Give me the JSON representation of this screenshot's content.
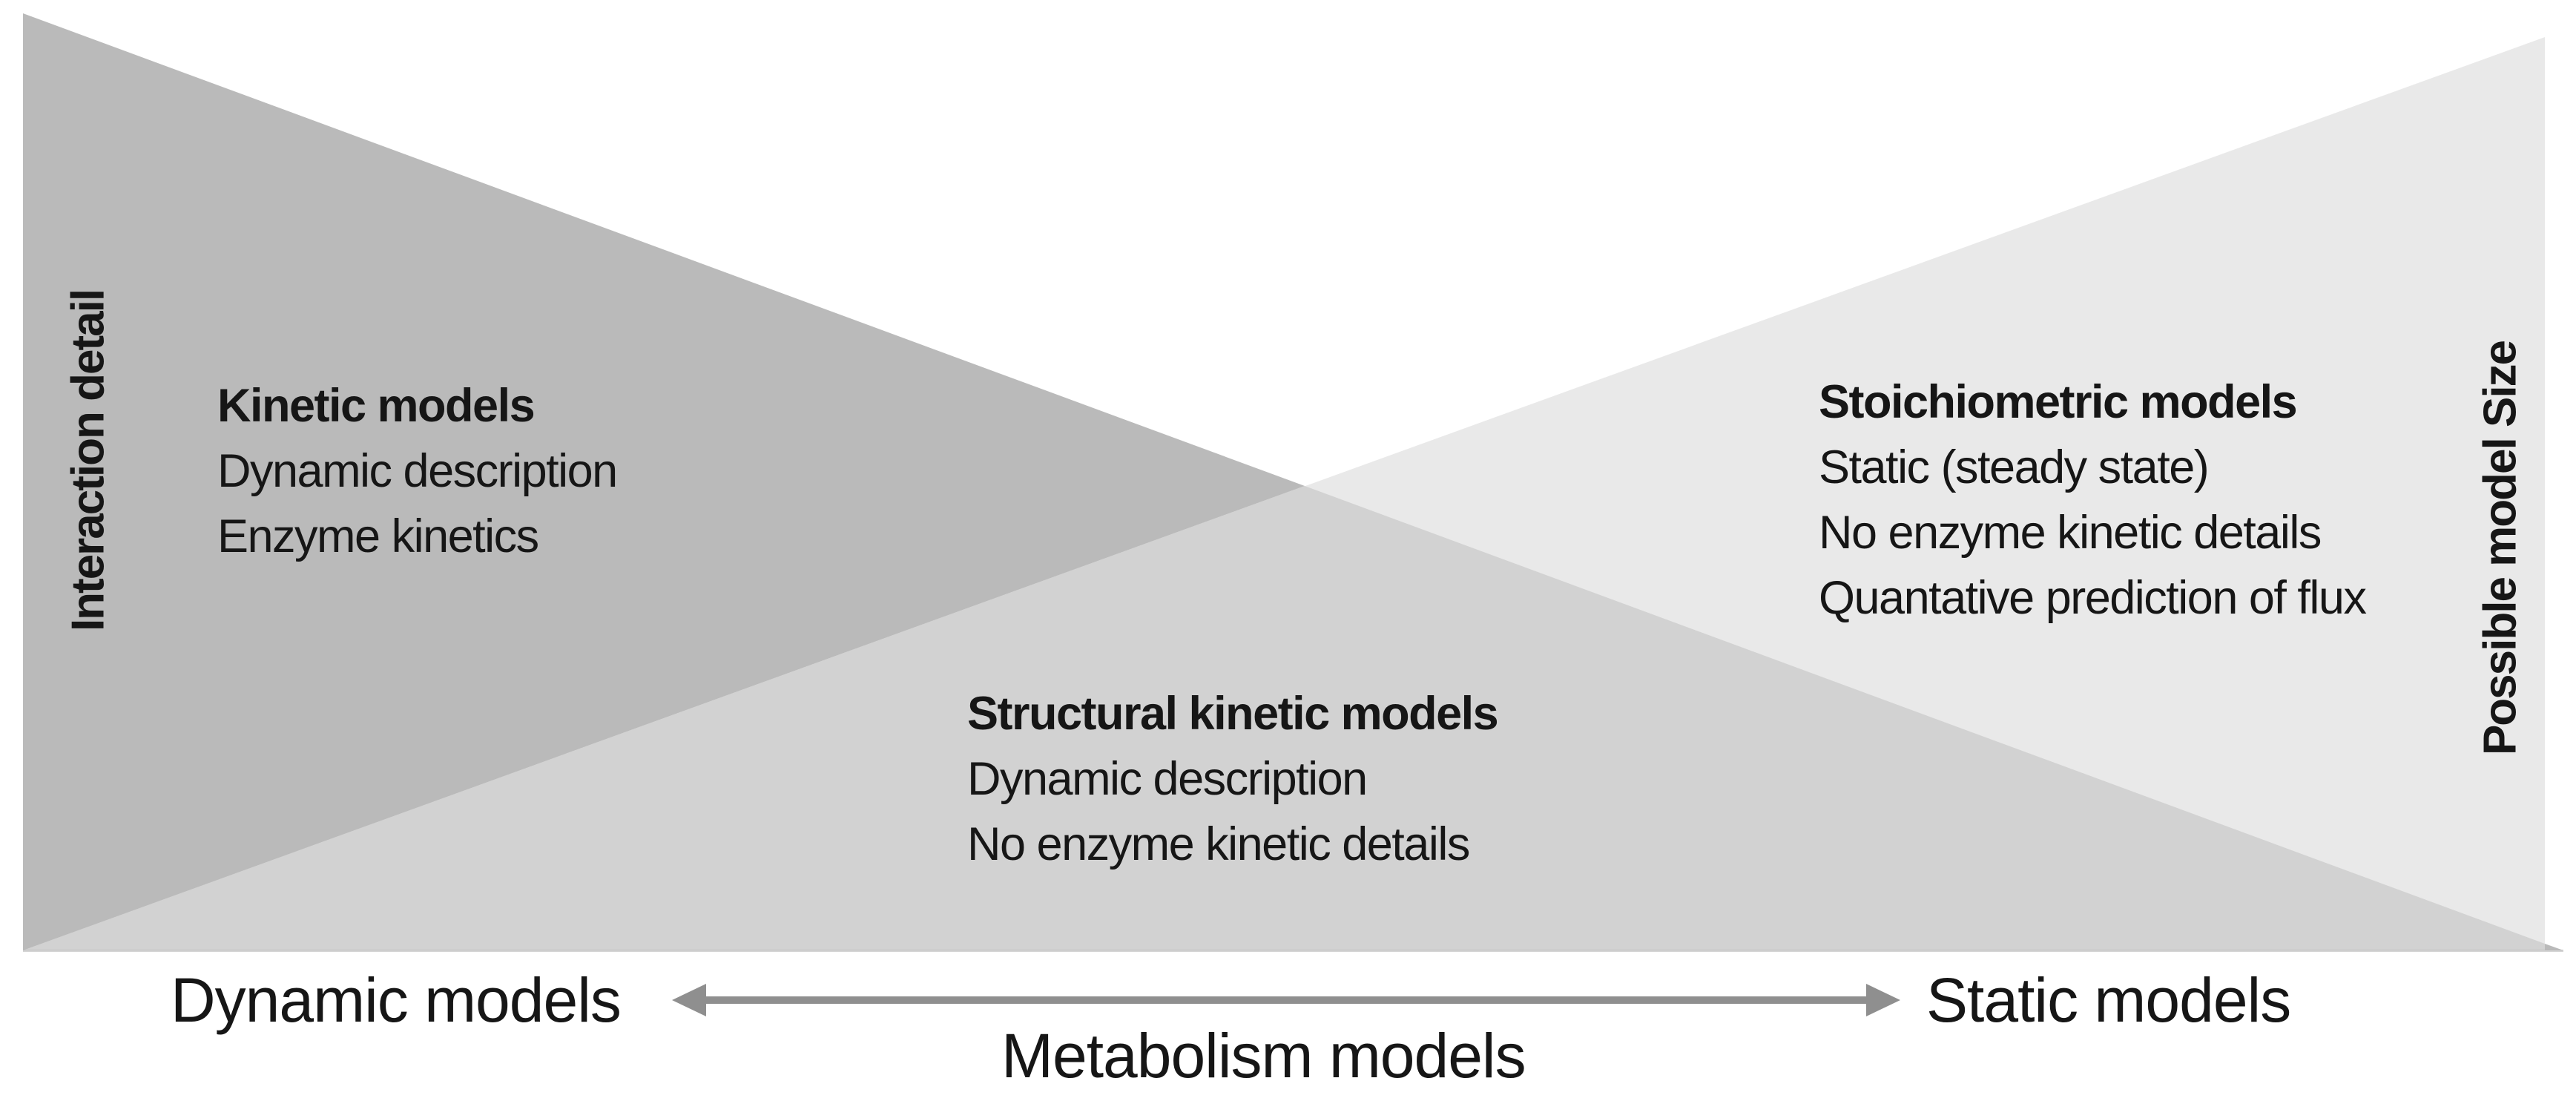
{
  "figure": {
    "vertical_labels": {
      "left": "Interaction detail",
      "right": "Possible model Size"
    },
    "model_blocks": [
      {
        "id": "kinetic",
        "title": "Kinetic models",
        "lines": [
          "Dynamic description",
          "Enzyme kinetics"
        ]
      },
      {
        "id": "structural",
        "title": "Structural kinetic models",
        "lines": [
          "Dynamic description",
          "No enzyme kinetic details"
        ]
      },
      {
        "id": "stoichiometric",
        "title": "Stoichiometric models",
        "lines": [
          "Static (steady state)",
          "No enzyme kinetic details",
          "Quantative prediction of flux"
        ]
      }
    ],
    "bottom_axis": {
      "left_end_label": "Dynamic models",
      "right_end_label": "Static models",
      "title": "Metabolism models"
    },
    "colors": {
      "dark_triangle": "#bababa",
      "light_triangle": "#e9e9e9",
      "overlap": "#d2d2d2",
      "edge_line": "#b0b0b0",
      "arrow": "#8f8f8f",
      "text": "#161616",
      "background": "#ffffff"
    }
  }
}
